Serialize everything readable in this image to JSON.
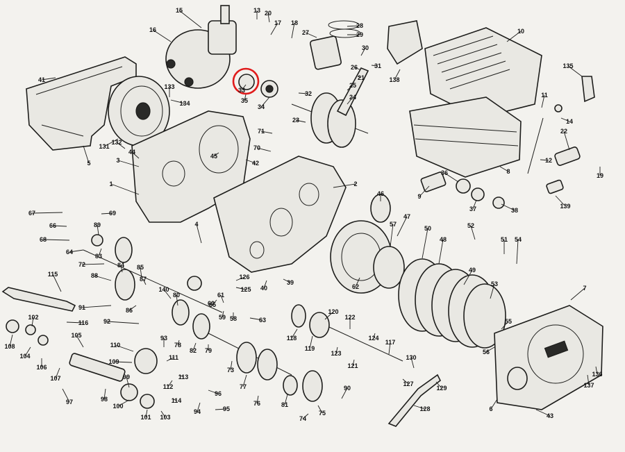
{
  "diagram": {
    "highlight_color": "#e01b1b",
    "labels": [
      "1",
      "2",
      "3",
      "4",
      "5",
      "6",
      "7",
      "8",
      "9",
      "10",
      "11",
      "12",
      "13",
      "14",
      "15",
      "16",
      "17",
      "18",
      "19",
      "20",
      "21",
      "22",
      "23",
      "24",
      "25",
      "26",
      "27",
      "28",
      "29",
      "30",
      "31",
      "32",
      "33",
      "34",
      "35",
      "36",
      "37",
      "38",
      "39",
      "40",
      "41",
      "42",
      "43",
      "44",
      "45",
      "46",
      "47",
      "48",
      "49",
      "50",
      "51",
      "52",
      "53",
      "54",
      "55",
      "56",
      "57",
      "58",
      "59",
      "60",
      "61",
      "62",
      "63",
      "64",
      "65",
      "66",
      "67",
      "68",
      "69",
      "70",
      "71",
      "72",
      "73",
      "74",
      "75",
      "76",
      "77",
      "78",
      "79",
      "80",
      "81",
      "82",
      "83",
      "84",
      "85",
      "86",
      "87",
      "88",
      "89",
      "90",
      "91",
      "92",
      "93",
      "94",
      "95",
      "96",
      "97",
      "98",
      "99",
      "100",
      "101",
      "102",
      "103",
      "104",
      "105",
      "106",
      "107",
      "108",
      "109",
      "110",
      "111",
      "112",
      "113",
      "114",
      "115",
      "116",
      "117",
      "118",
      "119",
      "120",
      "121",
      "122",
      "123",
      "124",
      "125",
      "126",
      "127",
      "128",
      "129",
      "130",
      "131",
      "132",
      "133",
      "134",
      "135",
      "136",
      "137",
      "138",
      "139",
      "140"
    ],
    "highlighted_part": "33"
  }
}
